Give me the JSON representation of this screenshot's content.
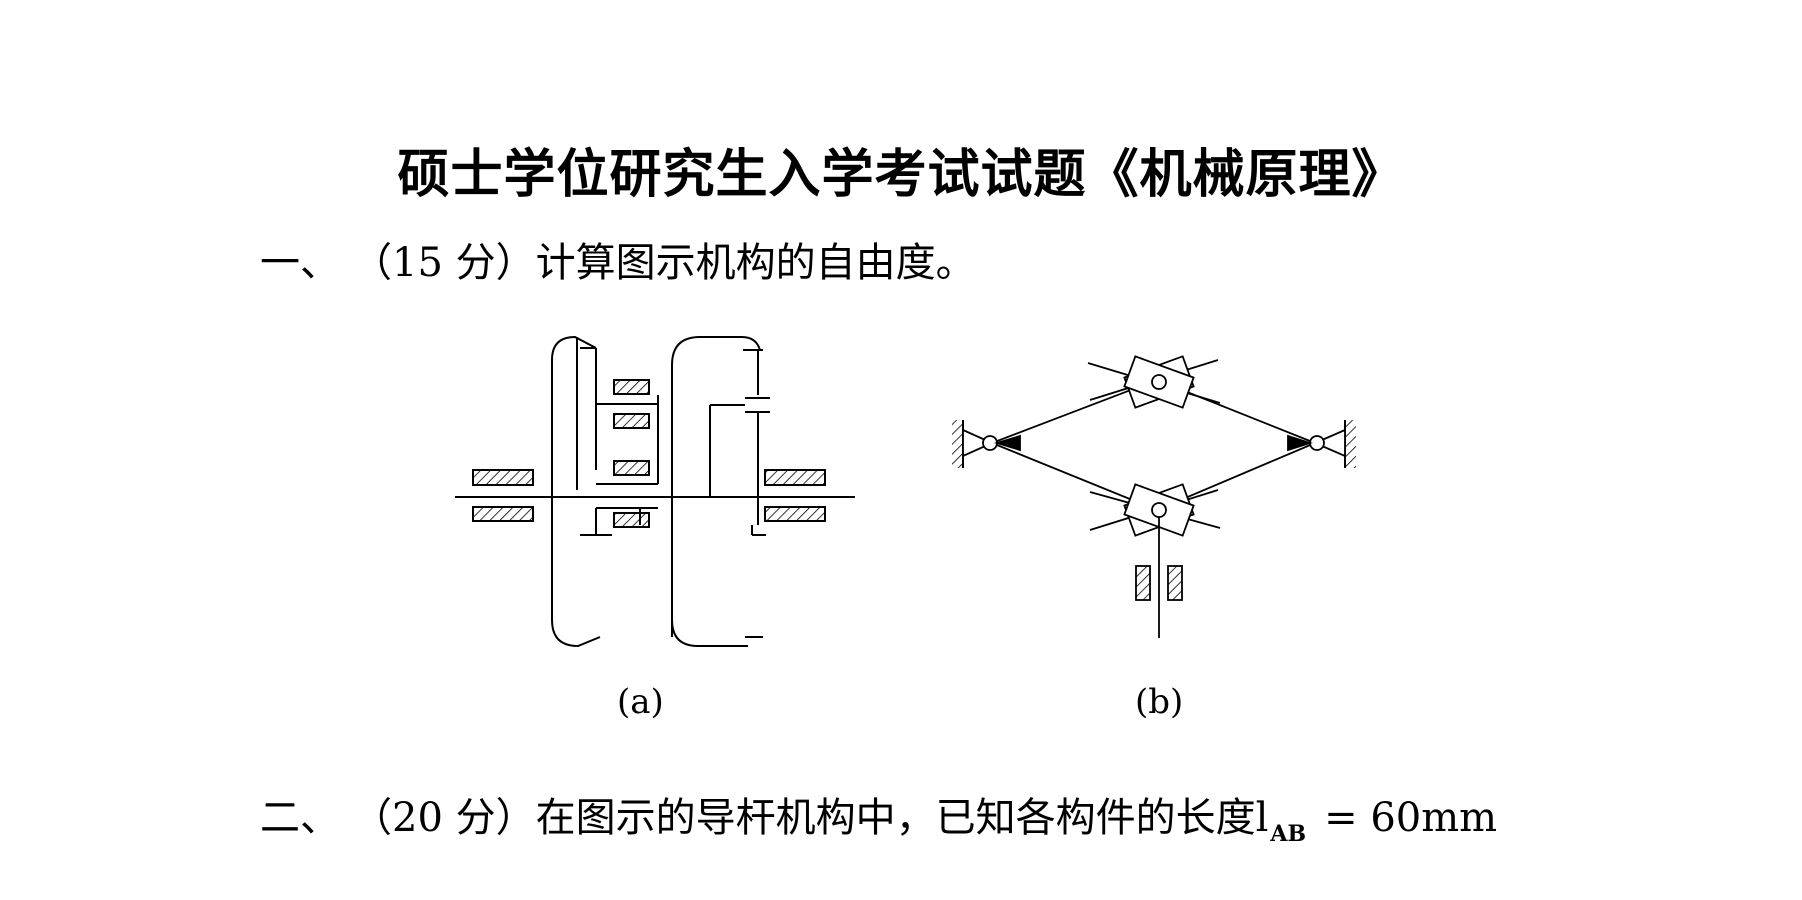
{
  "title": "硕士学位研究生入学考试试题《机械原理》",
  "q1": {
    "number": "一、",
    "points": "（15 分）",
    "text": "计算图示机构的自由度。"
  },
  "figures": {
    "a_caption": "(a)",
    "b_caption": "(b)"
  },
  "q2": {
    "number": "二、",
    "points": "（20 分）",
    "text": "在图示的导杆机构中，已知各构件的长度",
    "symbol": "l",
    "subscript": "AB",
    "equals": "= 60mm"
  }
}
